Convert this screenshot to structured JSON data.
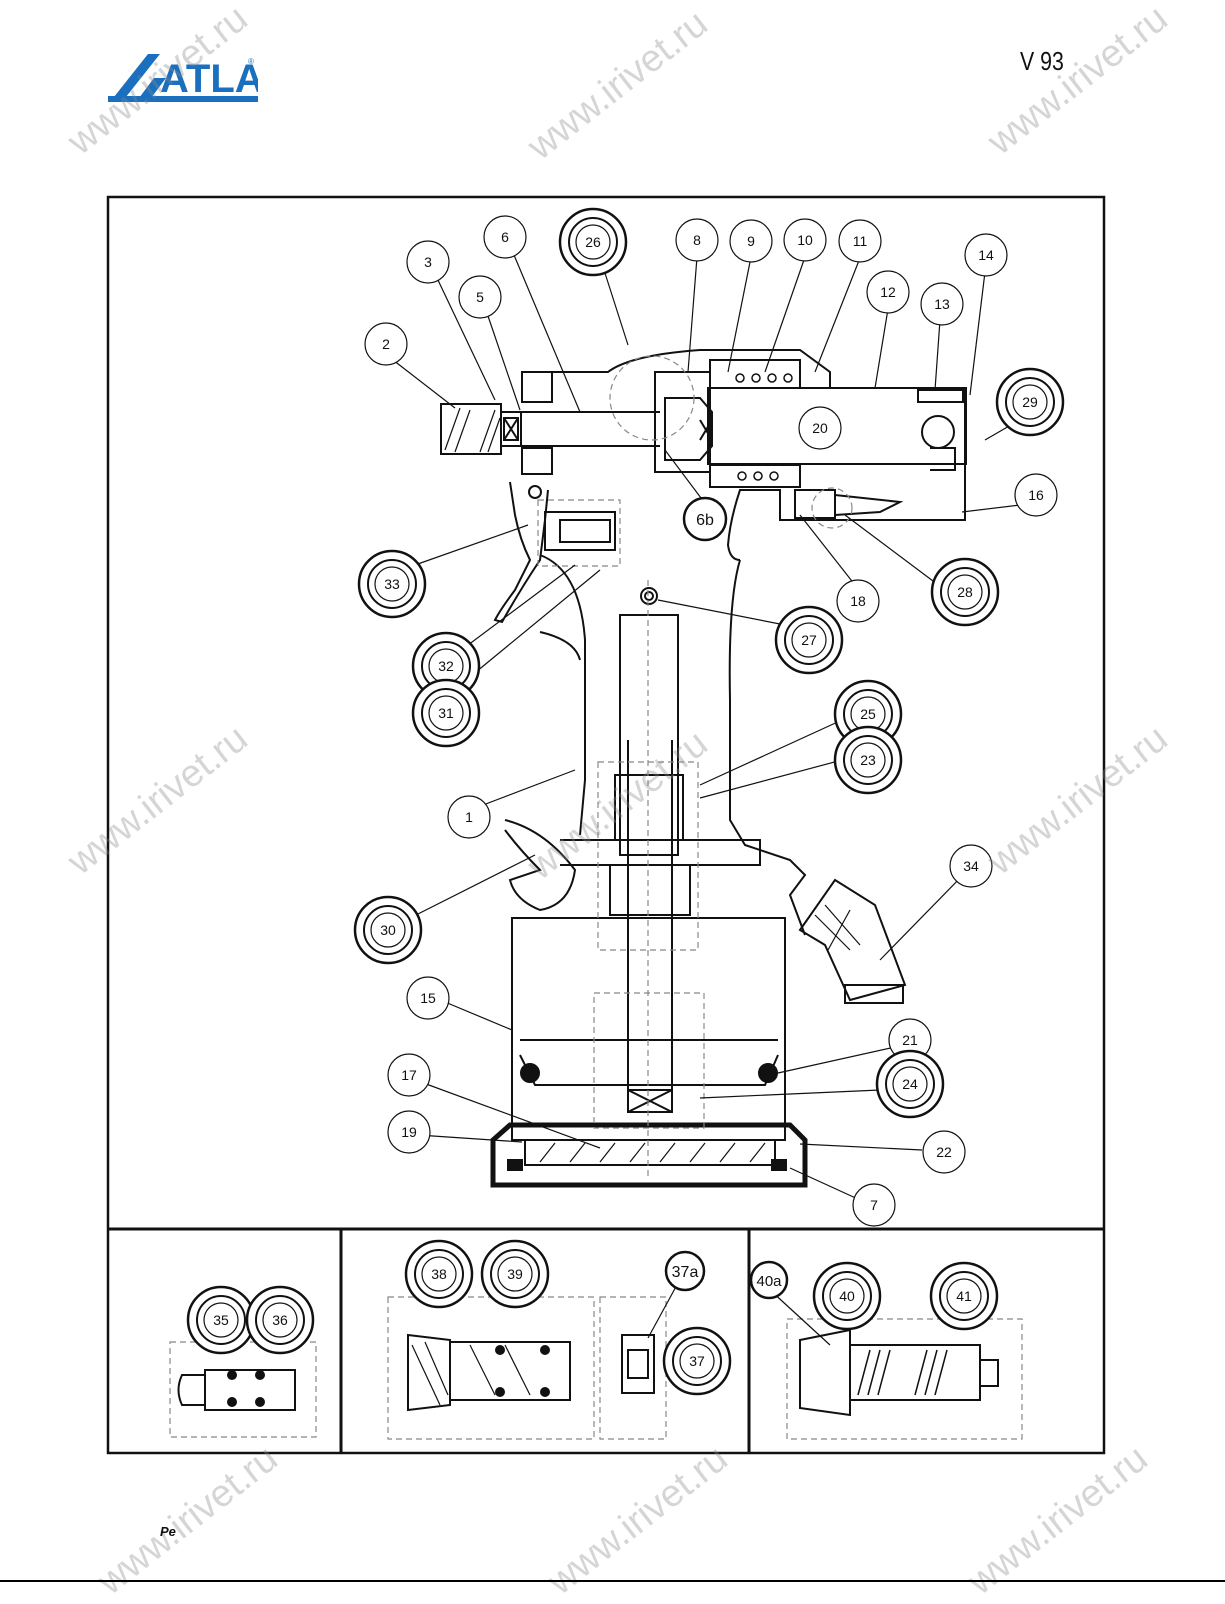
{
  "header": {
    "brand": "ATLAS",
    "brand_mark": "®",
    "model": "V 93"
  },
  "footer": {
    "text": "Pe"
  },
  "watermark": {
    "text": "www.irivet.ru"
  },
  "colors": {
    "brand_blue": "#1a6fbf",
    "line": "#111111",
    "dashed": "#888888"
  },
  "callouts": {
    "plain": [
      "1",
      "2",
      "3",
      "5",
      "6",
      "8",
      "9",
      "10",
      "11",
      "12",
      "13",
      "14",
      "15",
      "16",
      "17",
      "18",
      "19",
      "20",
      "21",
      "22",
      "7",
      "34"
    ],
    "kit": [
      "26",
      "29",
      "28",
      "27",
      "33",
      "32",
      "31",
      "25",
      "23",
      "30",
      "24",
      "35",
      "36",
      "38",
      "39",
      "37",
      "40",
      "41"
    ],
    "special": [
      "6b",
      "37a",
      "40a"
    ]
  }
}
